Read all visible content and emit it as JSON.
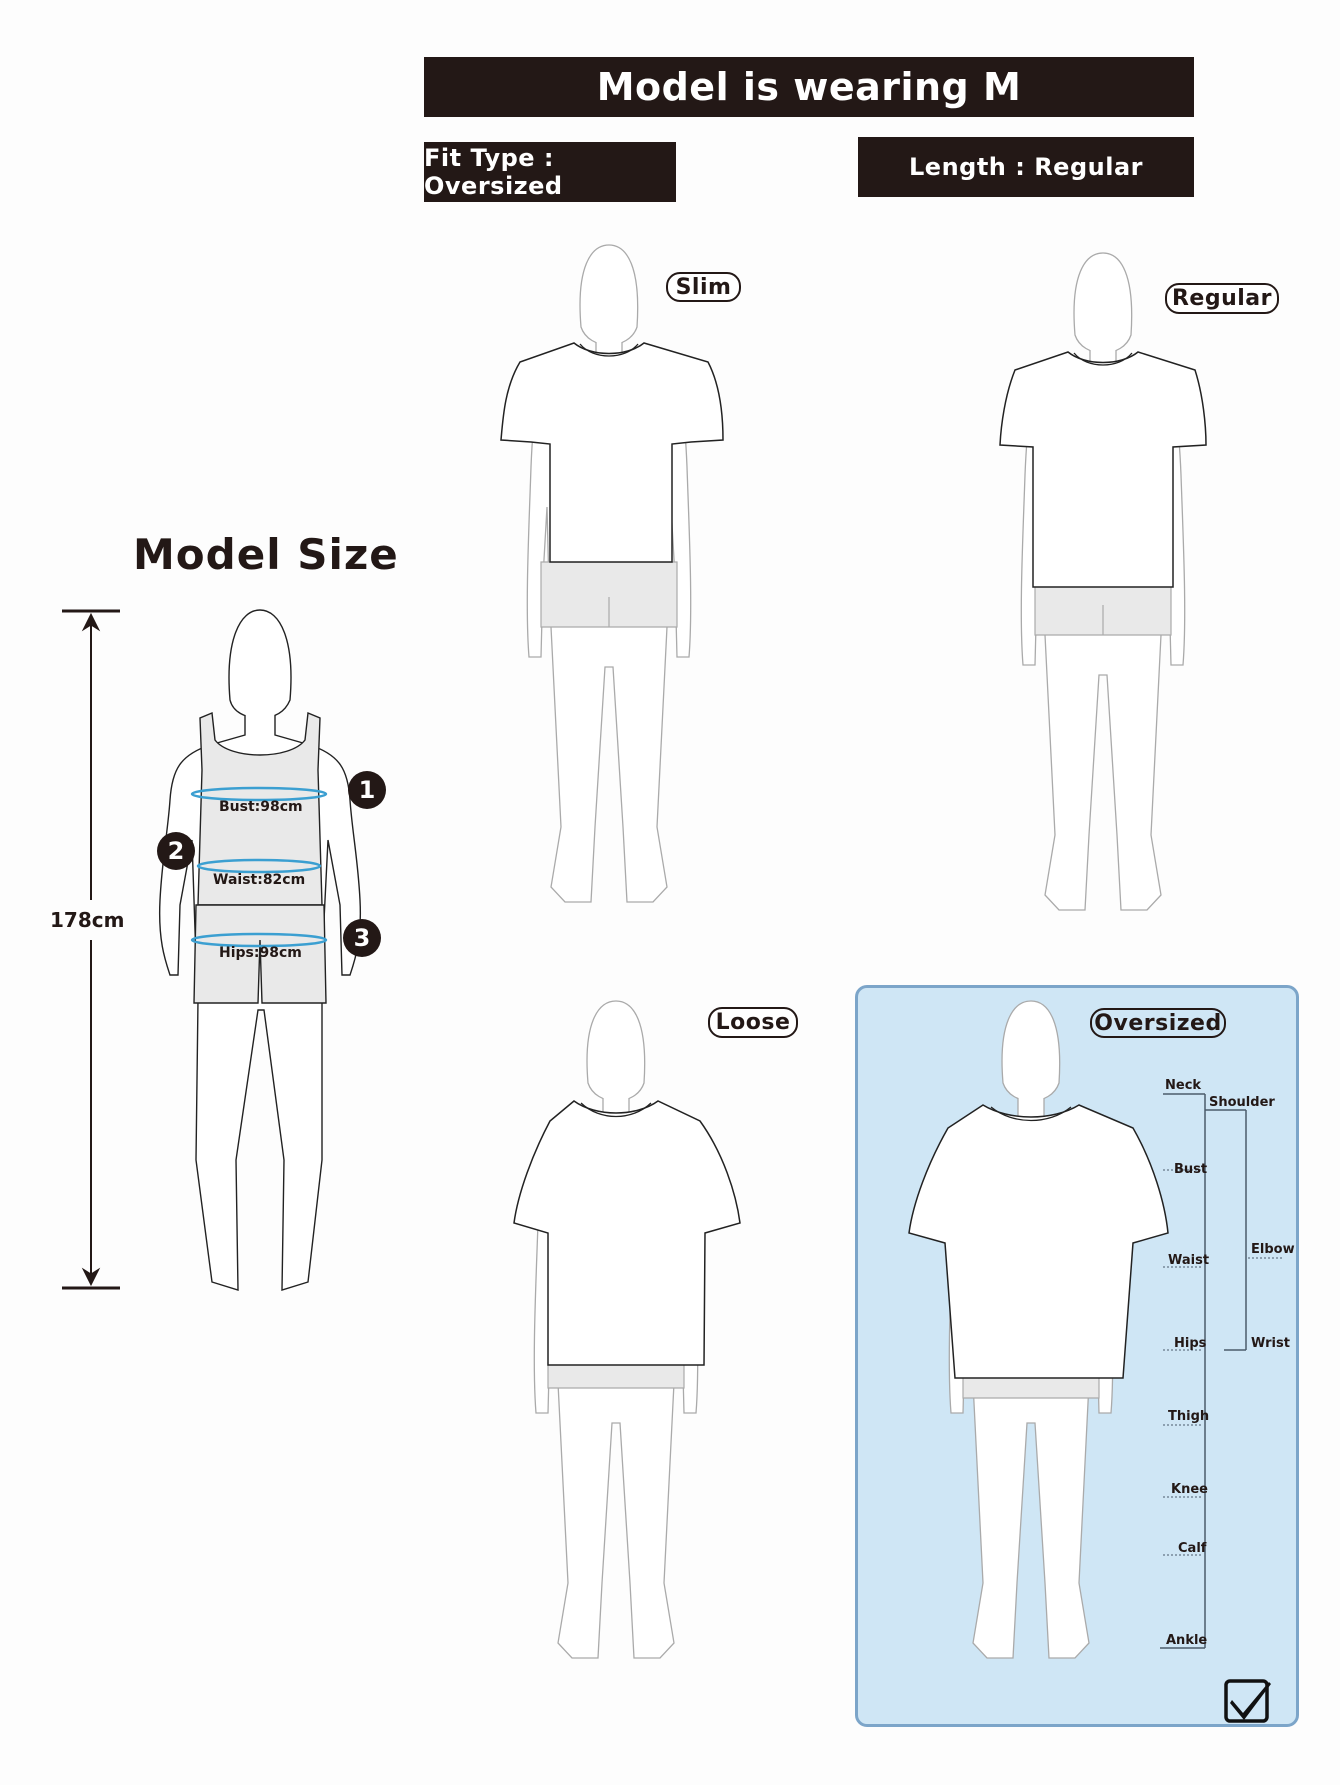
{
  "header": {
    "title": "Model is wearing M",
    "fit_type": "Fit Type : Oversized",
    "length": "Length : Regular"
  },
  "model_size": {
    "title": "Model Size",
    "height": "178cm",
    "measurements": [
      {
        "index": "1",
        "label": "Bust:98cm"
      },
      {
        "index": "2",
        "label": "Waist:82cm"
      },
      {
        "index": "3",
        "label": "Hips:98cm"
      }
    ],
    "ring_color": "#3b9fd1"
  },
  "fits": [
    {
      "label": "Slim",
      "selected": false
    },
    {
      "label": "Regular",
      "selected": false
    },
    {
      "label": "Loose",
      "selected": false
    },
    {
      "label": "Oversized",
      "selected": true
    }
  ],
  "oversized_panel": {
    "background": "#cfe6f5",
    "border": "#7ca5c9",
    "length_labels": [
      "Neck",
      "Bust",
      "Waist",
      "Hips",
      "Thigh",
      "Knee",
      "Calf",
      "Ankle"
    ],
    "sleeve_labels": [
      "Shoulder",
      "Elbow",
      "Wrist"
    ],
    "selected_icon": "checkbox-checked-icon"
  }
}
